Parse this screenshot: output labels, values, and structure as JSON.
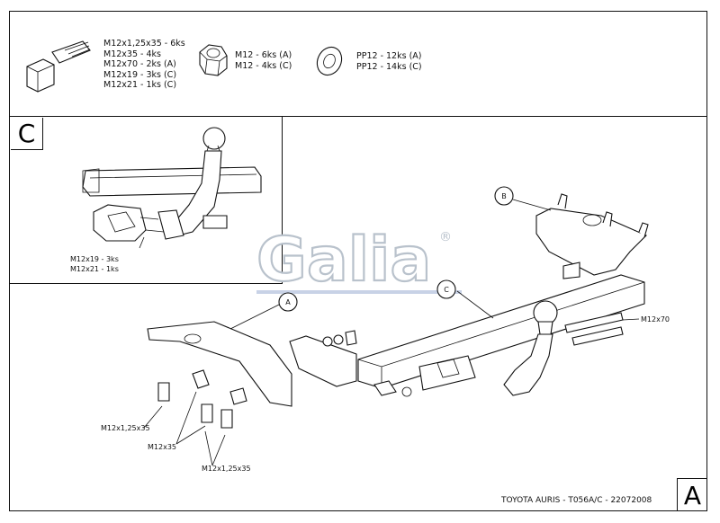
{
  "hardware": {
    "bolts": [
      "M12x1,25x35 - 6ks",
      "M12x35 - 4ks",
      "M12x70 - 2ks (A)",
      "M12x19 - 3ks (C)",
      "M12x21 - 1ks (C)"
    ],
    "nuts": [
      "M12 - 6ks (A)",
      "M12 - 4ks (C)"
    ],
    "washers": [
      "PP12 - 12ks (A)",
      "PP12 - 14ks (C)"
    ]
  },
  "inset": {
    "letter": "C",
    "bolts": [
      "M12x19 - 3ks",
      "M12x21 - 1ks"
    ]
  },
  "watermark": "Galia",
  "registered_mark": "®",
  "callouts": {
    "a": "A",
    "b": "B",
    "c": "C"
  },
  "labels": {
    "m12x70": "M12x70",
    "m12x125x35_upper": "M12x1,25x35",
    "m12x35": "M12x35",
    "m12x125x35_lower": "M12x1,25x35"
  },
  "footer": {
    "caption": "TOYOTA AURIS - T056A/C - 22072008",
    "sheet_letter": "A"
  }
}
